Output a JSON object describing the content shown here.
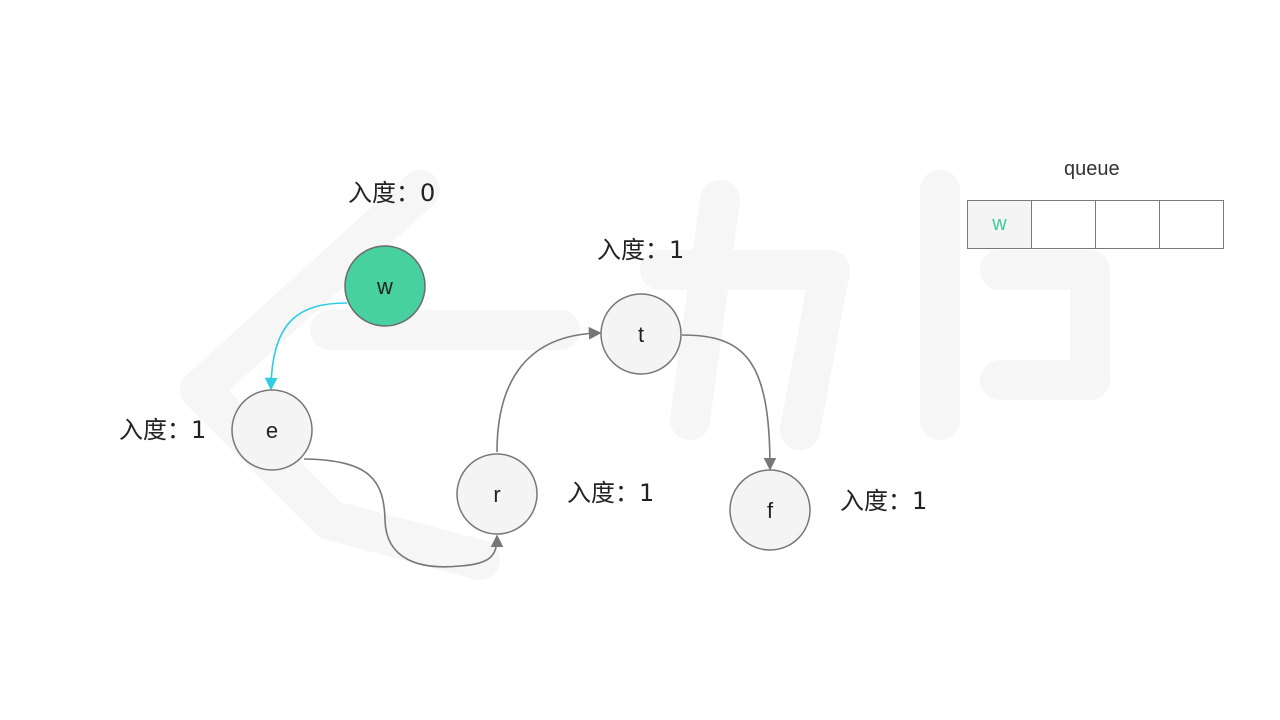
{
  "colors": {
    "node_default_fill": "#f4f4f4",
    "node_default_stroke": "#777777",
    "node_active_fill": "#47d1a0",
    "node_active_stroke": "#6b6b6b",
    "edge_default": "#777777",
    "edge_active": "#2ecde2",
    "queue_text": "#3dcc9c"
  },
  "nodes": [
    {
      "id": "w",
      "label": "w",
      "active": true,
      "degree_label": "入度：0"
    },
    {
      "id": "e",
      "label": "e",
      "active": false,
      "degree_label": "入度：1"
    },
    {
      "id": "r",
      "label": "r",
      "active": false,
      "degree_label": "入度：1"
    },
    {
      "id": "t",
      "label": "t",
      "active": false,
      "degree_label": "入度：1"
    },
    {
      "id": "f",
      "label": "f",
      "active": false,
      "degree_label": "入度：1"
    }
  ],
  "edges": [
    {
      "from": "w",
      "to": "e",
      "active": true
    },
    {
      "from": "e",
      "to": "r",
      "active": false
    },
    {
      "from": "r",
      "to": "t",
      "active": false
    },
    {
      "from": "t",
      "to": "f",
      "active": false
    }
  ],
  "queue": {
    "title": "queue",
    "cells": [
      "w",
      "",
      "",
      ""
    ]
  }
}
